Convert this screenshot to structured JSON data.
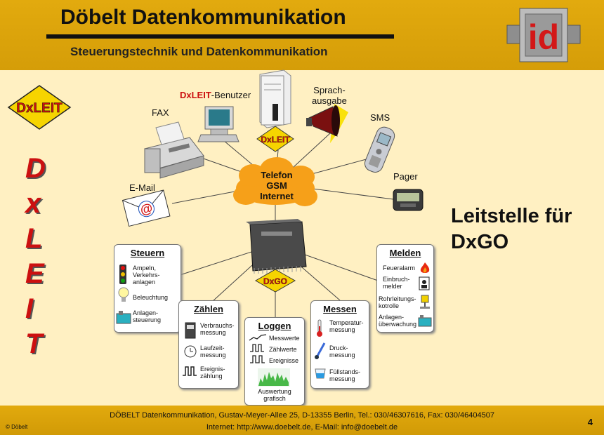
{
  "header": {
    "title": "Döbelt Datenkommunikation",
    "subtitle": "Steuerungstechnik und Datenkommunikation",
    "logo_text": "id"
  },
  "side_logo": {
    "text": "DxLEIT"
  },
  "vertical_letters": [
    "D",
    "x",
    "L",
    "E",
    "I",
    "T"
  ],
  "headline": {
    "line1": "Leitstelle für",
    "line2": "DxGO"
  },
  "network": {
    "hub_lines": [
      "Telefon",
      "GSM",
      "Internet"
    ],
    "device_label": "DxGO",
    "server_label": "DxLEIT",
    "nodes": {
      "fax": "FAX",
      "benutzer_prefix": "DxLEIT",
      "benutzer_suffix": "-Benutzer",
      "sprach1": "Sprach-",
      "sprach2": "ausgabe",
      "sms": "SMS",
      "email": "E-Mail",
      "pager": "Pager"
    }
  },
  "boxes": {
    "steuern": {
      "title": "Steuern",
      "items": [
        "Ampeln,\nVerkehrs-\nanlagen",
        "Beleuchtung",
        "Anlagen-\nsteuerung"
      ]
    },
    "zaehlen": {
      "title": "Zählen",
      "items": [
        "Verbrauchs-\nmessung",
        "Laufzeit-\nmessung",
        "Ereignis-\nzählung"
      ]
    },
    "loggen": {
      "title": "Loggen",
      "items": [
        "Messwerte",
        "Zählwerte",
        "Ereignisse",
        "Auswertung\ngrafisch"
      ]
    },
    "messen": {
      "title": "Messen",
      "items": [
        "Temperatur-\nmessung",
        "Druck-\nmessung",
        "Füllstands-\nmessung"
      ]
    },
    "melden": {
      "title": "Melden",
      "items": [
        "Feueralarm",
        "Einbruch-\nmelder",
        "Rohrleitungs-\nkotrolle",
        "Anlagen-\nüberwachung"
      ]
    }
  },
  "footer": {
    "line1": "DÖBELT Datenkommunikation, Gustav-Meyer-Allee 25, D-13355 Berlin, Tel.: 030/46307616, Fax: 030/46404507",
    "line2": "Internet: http://www.doebelt.de, E-Mail: info@doebelt.de",
    "copyright": "© Döbelt",
    "page": "4"
  }
}
